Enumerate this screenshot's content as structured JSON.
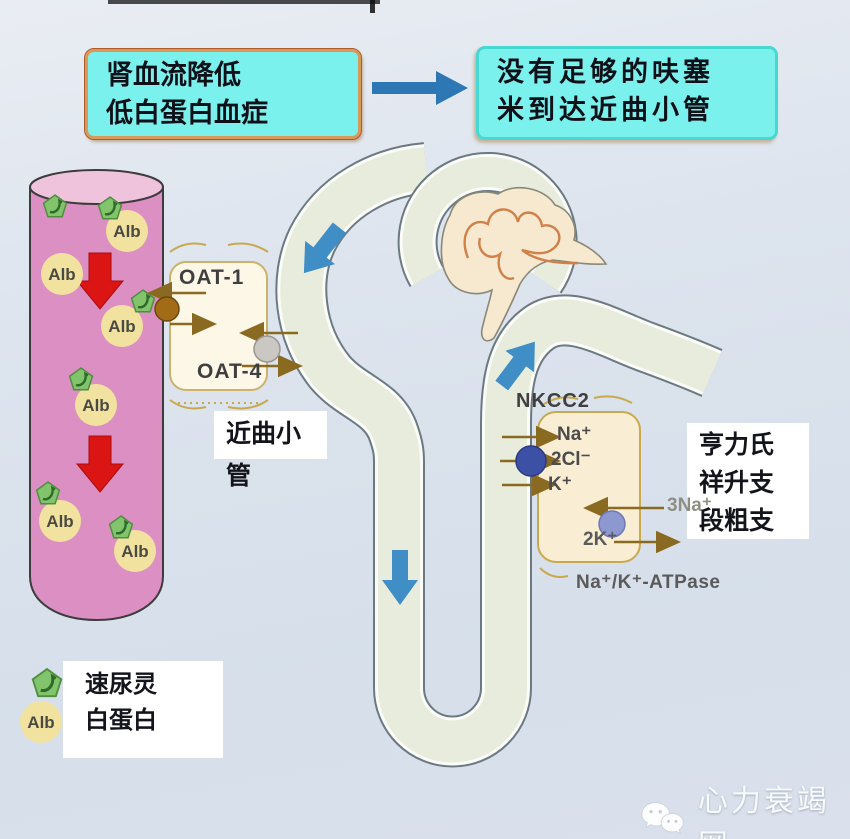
{
  "flow_boxes": {
    "cause": {
      "line1": "肾血流降低",
      "line2": "低白蛋白血症"
    },
    "effect": {
      "line1": "没有足够的呋塞",
      "line2": "米到达近曲小管"
    }
  },
  "transporters": {
    "oat1": "OAT-1",
    "oat4": "OAT-4",
    "nkcc2": "NKCC2",
    "atpase": "Na⁺/K⁺-ATPase"
  },
  "ions": {
    "na": "Na⁺",
    "cl": "2Cl⁻",
    "k": "K⁺",
    "na3": "3Na⁺",
    "k2": "2K⁺"
  },
  "anatomy": {
    "proximal_line1": "近曲小",
    "proximal_line2": "管",
    "henle_line1": "亨力氏",
    "henle_line2": "祥升支",
    "henle_line3": "段粗支"
  },
  "molecules": {
    "albumin": "Alb"
  },
  "legend": {
    "furosemide": "速尿灵",
    "albumin": "白蛋白"
  },
  "watermark": {
    "site": "心力衰竭网"
  },
  "colors": {
    "cyan_box": "#7bf1ed",
    "vessel_pink": "#dc8fc2",
    "vessel_top_pink": "#f0c3dd",
    "tubule_green": "#e8ecdd",
    "glomerulus_beige": "#f6e9cf",
    "capillary_orange": "#d08048",
    "flow_arrow_blue": "#3f8ec5",
    "link_arrow_blue": "#2d77b4",
    "red_arrow": "#db1414",
    "furosemide_green": "#82c46c",
    "albumin_yellow": "#f1e2a0",
    "nkcc2_pump_blue": "#3c50a5",
    "atpase_pump_purple": "#8e98d0",
    "oat1_brown": "#a26b16",
    "oat4_gray": "#cbc8c4",
    "cell_beige": "#f9eed4"
  }
}
